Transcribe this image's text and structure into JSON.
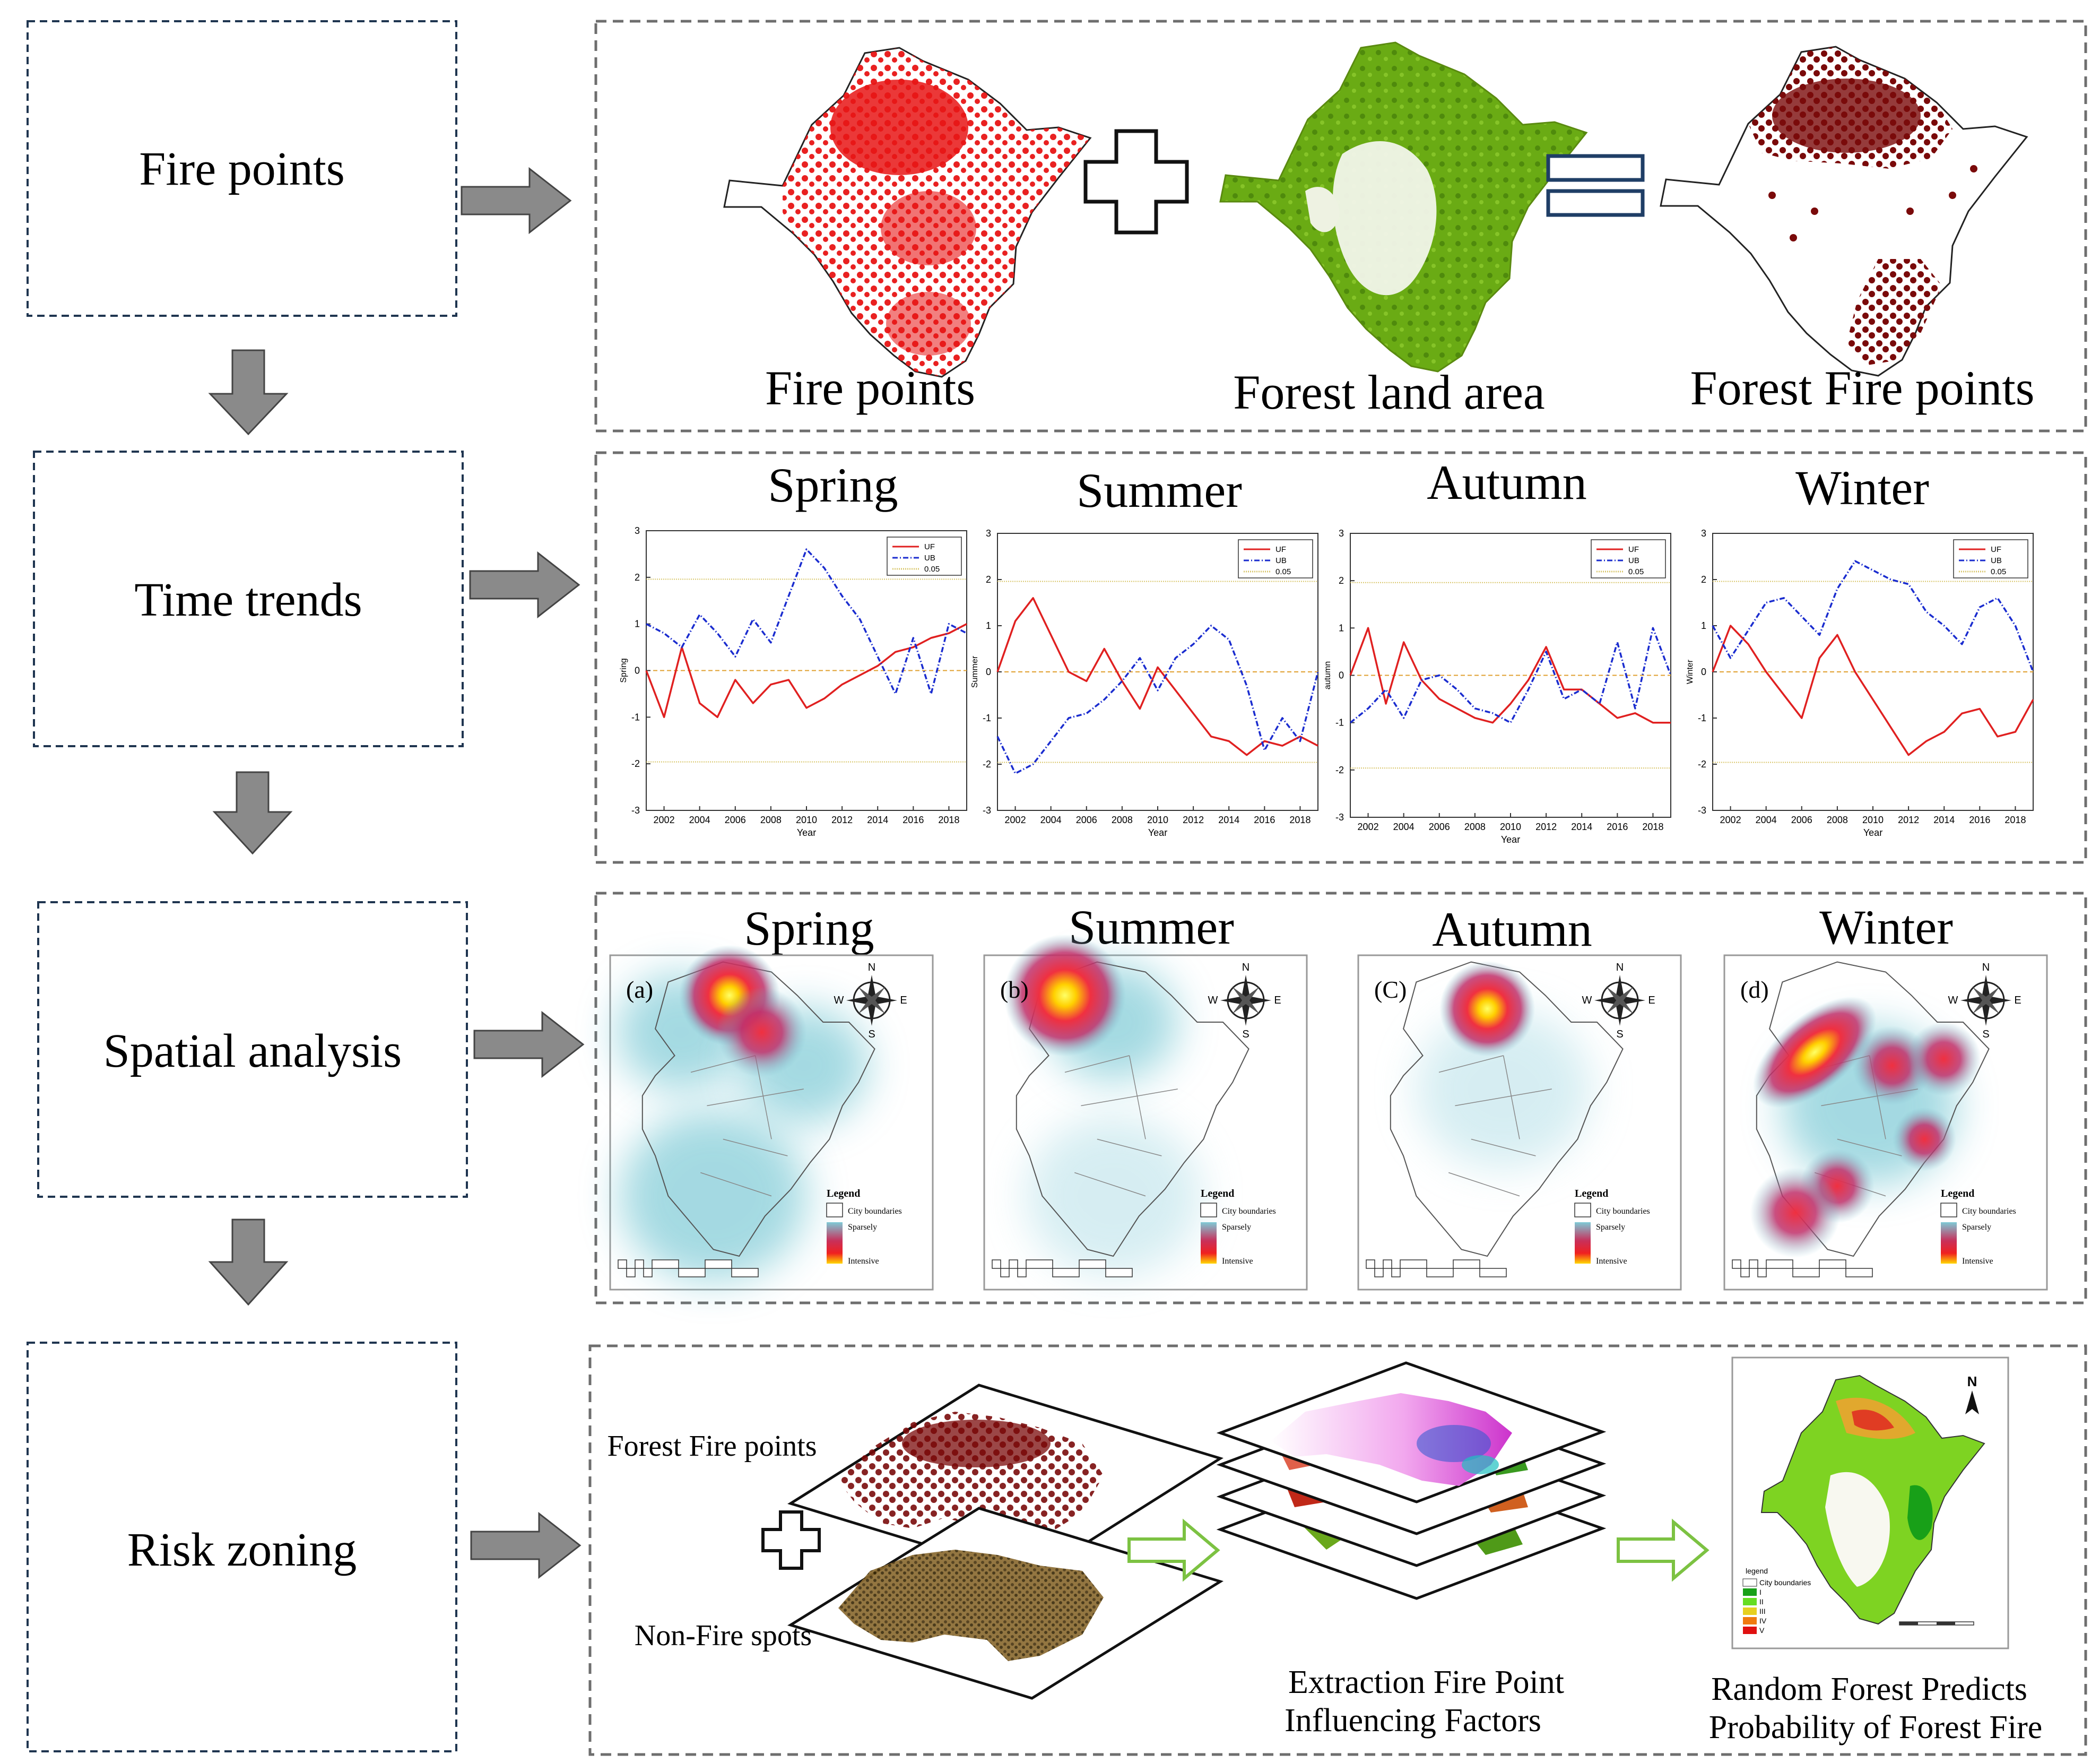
{
  "colors": {
    "step_border": "#1f3550",
    "panel_border": "#6e6e6e",
    "arrow_fill": "#8a8a8a",
    "fire_red": "#e81515",
    "forest_green": "#6aab14",
    "forest_fire_dark": "#7a0a0a",
    "uf_line": "#e02020",
    "ub_line": "#1a2ccf",
    "threshold_line": "#d8c66a",
    "equals_blue": "#1f3e66",
    "outline_arrow_green": "#7cc242",
    "nonfire_brown": "#6b5121"
  },
  "steps": [
    {
      "label": "Fire points"
    },
    {
      "label": "Time trends"
    },
    {
      "label": "Spatial analysis"
    },
    {
      "label": "Risk zoning"
    }
  ],
  "panel1": {
    "captions": [
      "Fire points",
      "Forest land area",
      "Forest Fire points"
    ]
  },
  "panel2": {
    "seasons": [
      "Spring",
      "Summer",
      "Autumn",
      "Winter"
    ],
    "ylabels": [
      "Spring",
      "Summer",
      "autumn",
      "Winter"
    ],
    "xlabel": "Year",
    "legend": [
      "UF",
      "UB",
      "0.05"
    ]
  },
  "panel3": {
    "seasons": [
      "Spring",
      "Summer",
      "Autumn",
      "Winter"
    ],
    "map_letters": [
      "(a)",
      "(b)",
      "(C)",
      "(d)"
    ],
    "legend_title": "Legend",
    "legend_items": [
      "City boundaries",
      "Sparsely",
      "Intensive"
    ],
    "compass": [
      "N",
      "E",
      "S",
      "W"
    ]
  },
  "panel4": {
    "label_fire": "Forest Fire points",
    "label_nonfire": "Non-Fire spots",
    "caption_mid": [
      "Extraction Fire Point",
      "Influencing Factors"
    ],
    "caption_right": [
      "Random Forest Predicts",
      "Probability of Forest Fire"
    ],
    "risk_legend_title": "legend",
    "risk_legend_items": [
      "City boundaries",
      "I",
      "II",
      "III",
      "IV",
      "V"
    ],
    "risk_legend_colors": [
      "#18a018",
      "#66dd22",
      "#e6d020",
      "#f07a10",
      "#e01010"
    ],
    "north": "N"
  },
  "chart_data": [
    {
      "type": "line",
      "title": "Spring",
      "xlabel": "Year",
      "ylabel": "Spring",
      "x": [
        2001,
        2002,
        2003,
        2004,
        2005,
        2006,
        2007,
        2008,
        2009,
        2010,
        2011,
        2012,
        2013,
        2014,
        2015,
        2016,
        2017,
        2018,
        2019
      ],
      "xticks": [
        2002,
        2004,
        2006,
        2008,
        2010,
        2012,
        2014,
        2016,
        2018
      ],
      "ylim": [
        -3,
        3
      ],
      "yticks": [
        -3,
        -2,
        -1,
        0,
        1,
        2,
        3
      ],
      "hlines": [
        1.96,
        -1.96,
        0
      ],
      "series": [
        {
          "name": "UF",
          "values": [
            0,
            -1.0,
            0.5,
            -0.7,
            -1.0,
            -0.2,
            -0.7,
            -0.3,
            -0.2,
            -0.8,
            -0.6,
            -0.3,
            -0.1,
            0.1,
            0.4,
            0.5,
            0.7,
            0.8,
            1.0
          ]
        },
        {
          "name": "UB",
          "values": [
            1.0,
            0.8,
            0.5,
            1.2,
            0.8,
            0.3,
            1.1,
            0.6,
            1.6,
            2.6,
            2.2,
            1.6,
            1.1,
            0.3,
            -0.5,
            0.7,
            -0.5,
            1.0,
            0.8
          ]
        }
      ]
    },
    {
      "type": "line",
      "title": "Summer",
      "xlabel": "Year",
      "ylabel": "Summer",
      "x": [
        2001,
        2002,
        2003,
        2004,
        2005,
        2006,
        2007,
        2008,
        2009,
        2010,
        2011,
        2012,
        2013,
        2014,
        2015,
        2016,
        2017,
        2018,
        2019
      ],
      "xticks": [
        2002,
        2004,
        2006,
        2008,
        2010,
        2012,
        2014,
        2016,
        2018
      ],
      "ylim": [
        -3,
        3
      ],
      "yticks": [
        -3,
        -2,
        -1,
        0,
        1,
        2,
        3
      ],
      "hlines": [
        1.96,
        -1.96,
        0
      ],
      "series": [
        {
          "name": "UF",
          "values": [
            0,
            1.1,
            1.6,
            0.8,
            0,
            -0.2,
            0.5,
            -0.2,
            -0.8,
            0.1,
            -0.4,
            -0.9,
            -1.4,
            -1.5,
            -1.8,
            -1.5,
            -1.6,
            -1.4,
            -1.6
          ]
        },
        {
          "name": "UB",
          "values": [
            -1.4,
            -2.2,
            -2.0,
            -1.5,
            -1.0,
            -0.9,
            -0.6,
            -0.2,
            0.3,
            -0.4,
            0.3,
            0.6,
            1.0,
            0.7,
            -0.3,
            -1.7,
            -1.0,
            -1.5,
            0
          ]
        }
      ]
    },
    {
      "type": "line",
      "title": "Autumn",
      "xlabel": "Year",
      "ylabel": "autumn",
      "x": [
        2001,
        2002,
        2003,
        2004,
        2005,
        2006,
        2007,
        2008,
        2009,
        2010,
        2011,
        2012,
        2013,
        2014,
        2015,
        2016,
        2017,
        2018,
        2019
      ],
      "xticks": [
        2002,
        2004,
        2006,
        2008,
        2010,
        2012,
        2014,
        2016,
        2018
      ],
      "ylim": [
        -3,
        3
      ],
      "yticks": [
        -3,
        -2,
        -1,
        0,
        1,
        2,
        3
      ],
      "hlines": [
        1.96,
        -1.96,
        0
      ],
      "series": [
        {
          "name": "UF",
          "values": [
            0,
            1.0,
            -0.6,
            0.7,
            -0.1,
            -0.5,
            -0.7,
            -0.9,
            -1.0,
            -0.6,
            -0.1,
            0.6,
            -0.3,
            -0.3,
            -0.6,
            -0.9,
            -0.8,
            -1.0,
            -1.0
          ]
        },
        {
          "name": "UB",
          "values": [
            -1.0,
            -0.7,
            -0.3,
            -0.9,
            -0.1,
            0,
            -0.3,
            -0.7,
            -0.8,
            -1.0,
            -0.3,
            0.5,
            -0.5,
            -0.3,
            -0.6,
            0.7,
            -0.7,
            1.0,
            0
          ]
        }
      ]
    },
    {
      "type": "line",
      "title": "Winter",
      "xlabel": "Year",
      "ylabel": "Winter",
      "x": [
        2001,
        2002,
        2003,
        2004,
        2005,
        2006,
        2007,
        2008,
        2009,
        2010,
        2011,
        2012,
        2013,
        2014,
        2015,
        2016,
        2017,
        2018,
        2019
      ],
      "xticks": [
        2002,
        2004,
        2006,
        2008,
        2010,
        2012,
        2014,
        2016,
        2018
      ],
      "ylim": [
        -3,
        3
      ],
      "yticks": [
        -3,
        -2,
        -1,
        0,
        1,
        2,
        3
      ],
      "hlines": [
        1.96,
        -1.96,
        0
      ],
      "series": [
        {
          "name": "UF",
          "values": [
            0,
            1.0,
            0.6,
            0,
            -0.5,
            -1.0,
            0.3,
            0.8,
            0,
            -0.6,
            -1.2,
            -1.8,
            -1.5,
            -1.3,
            -0.9,
            -0.8,
            -1.4,
            -1.3,
            -0.6
          ]
        },
        {
          "name": "UB",
          "values": [
            1.0,
            0.3,
            0.9,
            1.5,
            1.6,
            1.2,
            0.8,
            1.8,
            2.4,
            2.2,
            2.0,
            1.9,
            1.3,
            1.0,
            0.6,
            1.4,
            1.6,
            1.0,
            0
          ]
        }
      ]
    }
  ]
}
